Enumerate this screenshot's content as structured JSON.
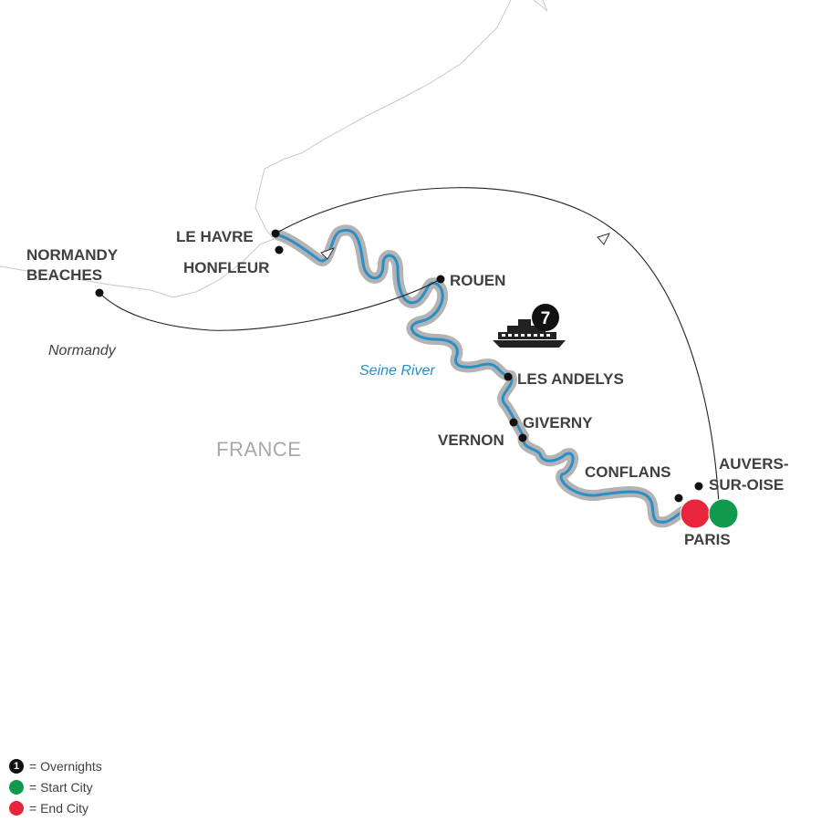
{
  "map": {
    "region_label": "Normandy",
    "country_label": "FRANCE",
    "river_label": "Seine River",
    "cities": {
      "le_havre": "LE HAVRE",
      "honfleur": "HONFLEUR",
      "normandy_beaches_line1": "NORMANDY",
      "normandy_beaches_line2": "BEACHES",
      "rouen": "ROUEN",
      "les_andelys": "LES ANDELYS",
      "giverny": "GIVERNY",
      "vernon": "VERNON",
      "conflans": "CONFLANS",
      "auvers_line1": "AUVERS-",
      "auvers_line2": "SUR-OISE",
      "paris": "PARIS"
    },
    "overnights": "7"
  },
  "legend": {
    "overnights_symbol": "1",
    "overnights": "= Overnights",
    "start": "= Start City",
    "end": "= End City"
  },
  "colors": {
    "river": "#2a8fc6",
    "river_outline": "#b3b3b3",
    "start": "#0f9a4e",
    "end": "#e8253a",
    "border": "#c9c9c9",
    "text": "#404040"
  }
}
